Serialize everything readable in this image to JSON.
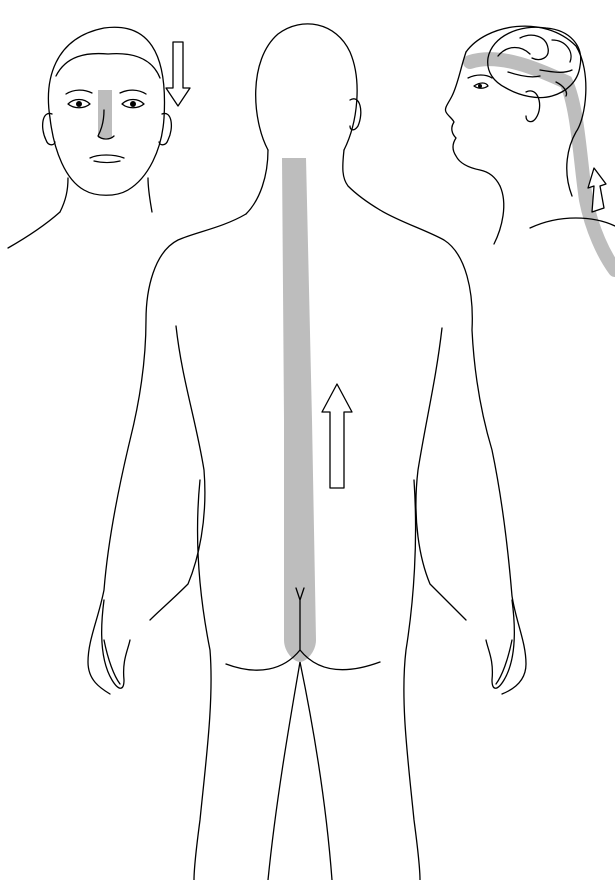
{
  "figure": {
    "panels": [
      "face-front-view",
      "back-view-body",
      "head-profile-view"
    ],
    "shading_color": "#bdbdbd",
    "line_color": "#000000",
    "background_color": "#ffffff",
    "arrows": [
      {
        "panel": "face-front-view",
        "direction": "down"
      },
      {
        "panel": "back-view-body",
        "direction": "up"
      },
      {
        "panel": "head-profile-view",
        "direction": "up"
      }
    ]
  }
}
